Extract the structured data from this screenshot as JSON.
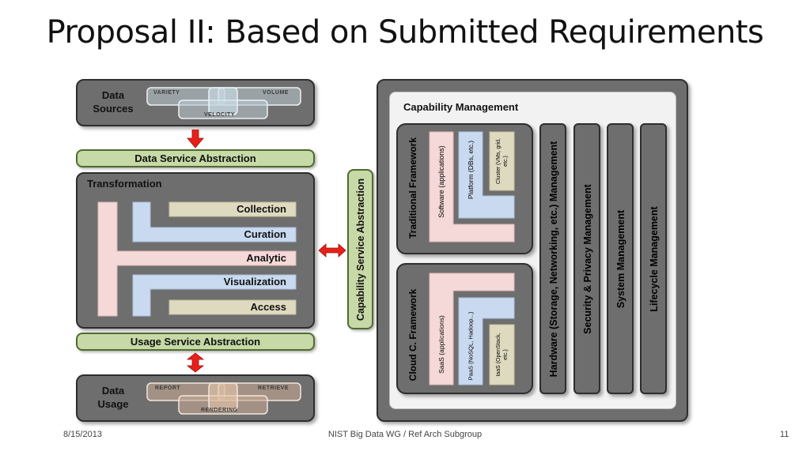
{
  "slide": {
    "title": "Proposal II: Based on Submitted Requirements",
    "footer": {
      "date": "8/15/2013",
      "center": "NIST Big Data WG / Ref Arch Subgroup",
      "page": "11"
    }
  },
  "data_sources": {
    "label": "Data Sources",
    "variety": "VARIETY",
    "volume": "VOLUME",
    "velocity": "VELOCITY"
  },
  "data_service_abstraction": "Data Service Abstraction",
  "transformation": {
    "label": "Transformation",
    "items": [
      "Collection",
      "Curation",
      "Analytic",
      "Visualization",
      "Access"
    ]
  },
  "usage_service_abstraction": "Usage Service Abstraction",
  "data_usage": {
    "label": "Data Usage",
    "report": "REPORT",
    "retrieve": "RETRIEVE",
    "rendering": "RENDERING"
  },
  "capability_service_abstraction": "Capability Service Abstraction",
  "capability_management": {
    "label": "Capability Management",
    "traditional": {
      "label": "Traditional Framework",
      "software": "Software (applications)",
      "platform": "Platform (DBs, etc.)",
      "cluster": "Cluster (VMs, grid, etc.)"
    },
    "cloud": {
      "label": "Cloud C. Framework",
      "saas": "SaaS (applications)",
      "paas": "PaaS (NoSQL, Hadoop...)",
      "iaas": "IaaS (OpenStack, etc.)"
    },
    "columns": [
      "Hardware (Storage, Networking, etc.) Management",
      "Security & Privacy Management",
      "System Management",
      "Lifecycle Management"
    ]
  },
  "colors": {
    "panel": "#6e6e6e",
    "bar_green": "#c6d9a6",
    "pink": "#f4d9d8",
    "blue": "#c9daf0",
    "tan": "#dedac0",
    "arrow": "#e8201a"
  }
}
